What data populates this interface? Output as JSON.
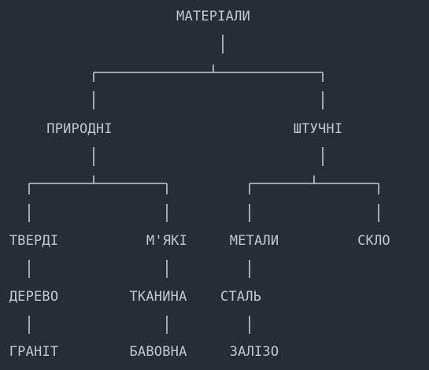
{
  "tree": {
    "root": "МАТЕРІАЛИ",
    "natural": "ПРИРОДНІ",
    "artificial": "ШТУЧНІ",
    "solid": "ТВЕРДІ",
    "soft": "М'ЯКІ",
    "metals": "МЕТАЛИ",
    "glass": "СКЛО",
    "wood": "ДЕРЕВО",
    "fabric": "ТКАНИНА",
    "steel": "СТАЛЬ",
    "granite": "ГРАНІТ",
    "cotton": "БАВОВНА",
    "iron": "ЗАЛІЗО"
  },
  "colors": {
    "background": "#282c34",
    "text": "#c2c7cf",
    "lines": "#c2c7cf"
  }
}
